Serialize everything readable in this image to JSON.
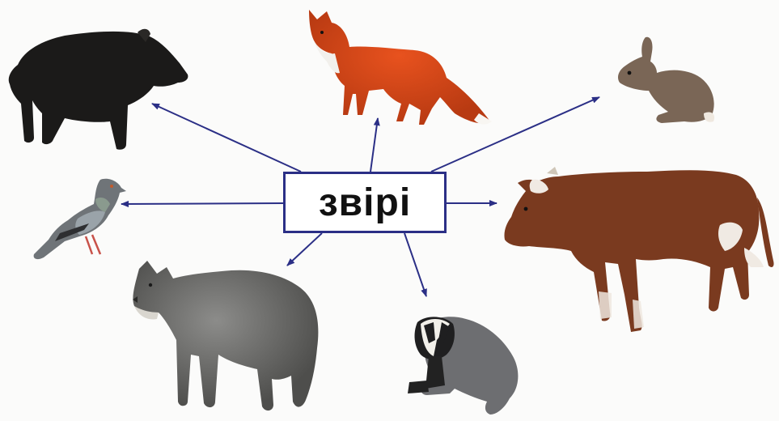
{
  "center": {
    "label": "звірі"
  },
  "colors": {
    "arrow": "#2b2f86",
    "box_border": "#2b2f86",
    "background": "#fbfbfa"
  },
  "animals": [
    {
      "id": "boar",
      "icon": "boar-icon"
    },
    {
      "id": "fox",
      "icon": "fox-icon"
    },
    {
      "id": "rabbit",
      "icon": "rabbit-icon"
    },
    {
      "id": "pigeon",
      "icon": "pigeon-icon"
    },
    {
      "id": "cow",
      "icon": "cow-icon"
    },
    {
      "id": "wolf",
      "icon": "wolf-icon"
    },
    {
      "id": "badger",
      "icon": "badger-icon"
    }
  ]
}
